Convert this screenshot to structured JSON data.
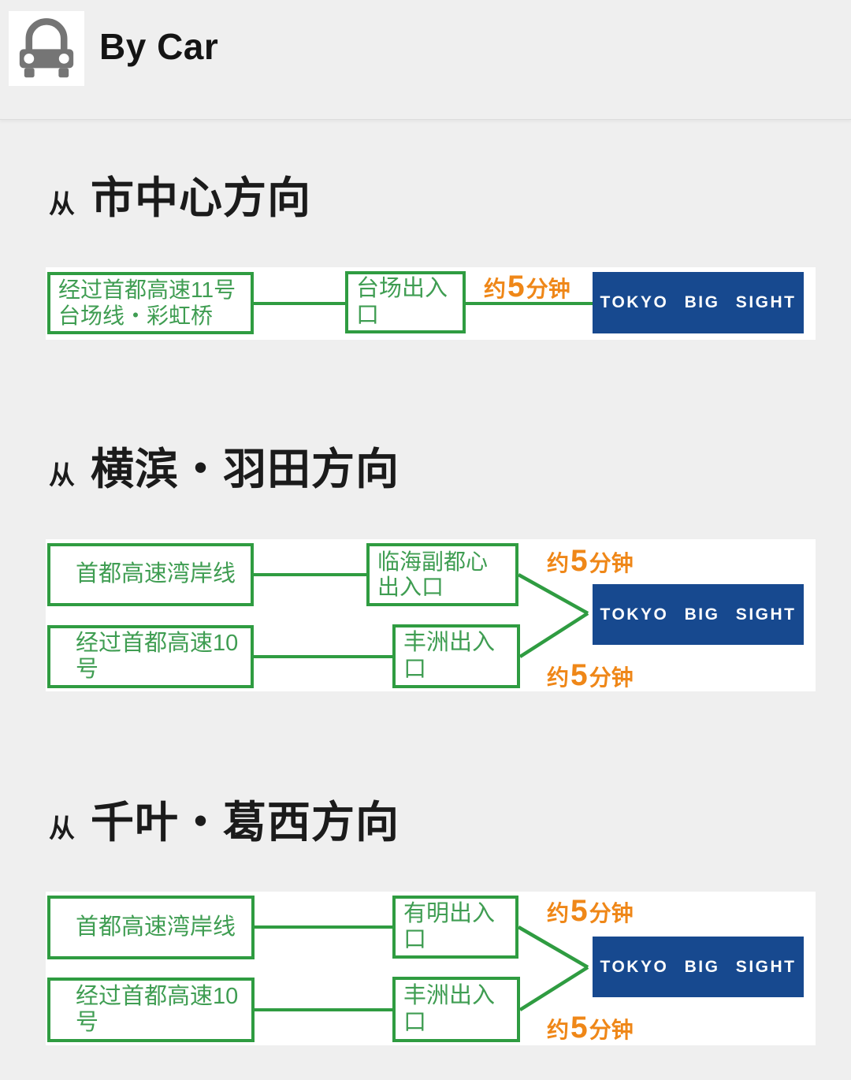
{
  "header": {
    "title": "By Car",
    "icon": "car-icon"
  },
  "colors": {
    "page_background": "#efefef",
    "diagram_background": "#ffffff",
    "green": "#2f9c41",
    "green_text": "#3f9d52",
    "blue": "#17498f",
    "orange": "#ef8718",
    "heading_text": "#1b1b1b"
  },
  "sections": [
    {
      "prefix": "从",
      "title": "市中心方向",
      "diagram": {
        "start": "经过首都高速11号\n台场线・彩虹桥",
        "exit": "台场出入口",
        "duration": {
          "pre": "约",
          "num": "5",
          "suf": "分钟"
        },
        "destination": "TOKYO BIG SIGHT"
      }
    },
    {
      "prefix": "从",
      "title": "横滨・羽田方向",
      "diagram": {
        "routes": [
          {
            "start": "首都高速湾岸线",
            "exit": "临海副都心\n出入口",
            "duration": {
              "pre": "约",
              "num": "5",
              "suf": "分钟"
            }
          },
          {
            "start": "经过首都高速10号",
            "exit": "丰洲出入口",
            "duration": {
              "pre": "约",
              "num": "5",
              "suf": "分钟"
            }
          }
        ],
        "destination": "TOKYO BIG SIGHT"
      }
    },
    {
      "prefix": "从",
      "title": "千叶・葛西方向",
      "diagram": {
        "routes": [
          {
            "start": "首都高速湾岸线",
            "exit": "有明出入口",
            "duration": {
              "pre": "约",
              "num": "5",
              "suf": "分钟"
            }
          },
          {
            "start": "经过首都高速10号",
            "exit": "丰洲出入口",
            "duration": {
              "pre": "约",
              "num": "5",
              "suf": "分钟"
            }
          }
        ],
        "destination": "TOKYO BIG SIGHT"
      }
    }
  ]
}
